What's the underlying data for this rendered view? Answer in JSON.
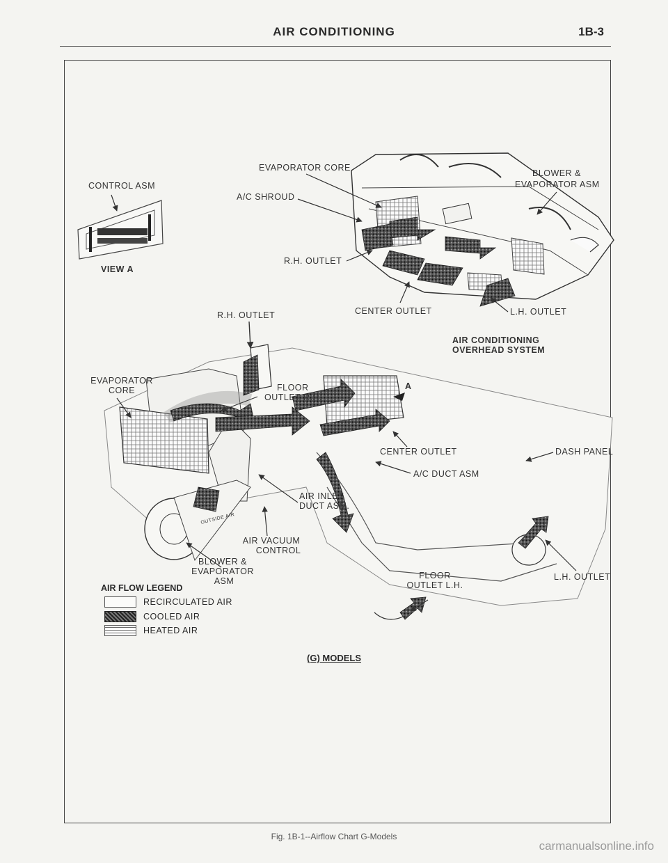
{
  "header": {
    "title": "AIR CONDITIONING",
    "page": "1B-3"
  },
  "caption": "Fig. 1B-1--Airflow Chart G-Models",
  "watermark": "carmanualsonline.info",
  "models_label": "(G) MODELS",
  "overhead": {
    "control_asm": "CONTROL ASM",
    "view_a": "VIEW A",
    "evaporator_core": "EVAPORATOR CORE",
    "ac_shroud": "A/C SHROUD",
    "blower_evap_1": "BLOWER &",
    "blower_evap_2": "EVAPORATOR ASM",
    "rh_outlet": "R.H. OUTLET",
    "center_outlet": "CENTER OUTLET",
    "lh_outlet": "L.H. OUTLET",
    "system_title_1": "AIR CONDITIONING",
    "system_title_2": "OVERHEAD SYSTEM"
  },
  "dash": {
    "rh_outlet": "R.H. OUTLET",
    "evaporator_1": "EVAPORATOR",
    "evaporator_2": "CORE",
    "floor_rh_1": "FLOOR",
    "floor_rh_2": "OUTLET R.H.",
    "view_marker": "A",
    "center_outlet": "CENTER OUTLET",
    "dash_panel": "DASH PANEL",
    "ac_duct": "A/C DUCT ASM",
    "air_inlet_1": "AIR INLET",
    "air_inlet_2": "DUCT ASM.",
    "vacuum_1": "AIR VACUUM",
    "vacuum_2": "CONTROL",
    "blower_1": "BLOWER &",
    "blower_2": "EVAPORATOR",
    "blower_3": "ASM",
    "floor_lh_1": "FLOOR",
    "floor_lh_2": "OUTLET L.H.",
    "lh_outlet": "L.H. OUTLET",
    "outside_air": "OUTSIDE AIR"
  },
  "legend": {
    "title": "AIR FLOW LEGEND",
    "items": [
      "RECIRCULATED AIR",
      "COOLED AIR",
      "HEATED AIR"
    ]
  }
}
